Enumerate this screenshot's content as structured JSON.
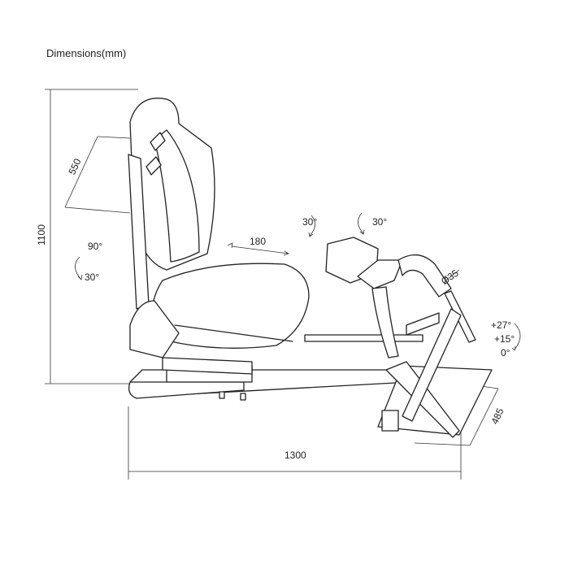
{
  "title": "Dimensions(mm)",
  "dimensions": {
    "total_height": "1100",
    "backrest_height": "550",
    "recline_max": "90°",
    "recline_min": "30°",
    "slide": "180",
    "wheel_tilt_left": "30°",
    "wheel_tilt_right": "30°",
    "tube_diameter": "Ø35",
    "pedal_angle_1": "+27°",
    "pedal_angle_2": "+15°",
    "pedal_angle_3": "0°",
    "pedal_depth": "485",
    "total_length": "1300"
  }
}
